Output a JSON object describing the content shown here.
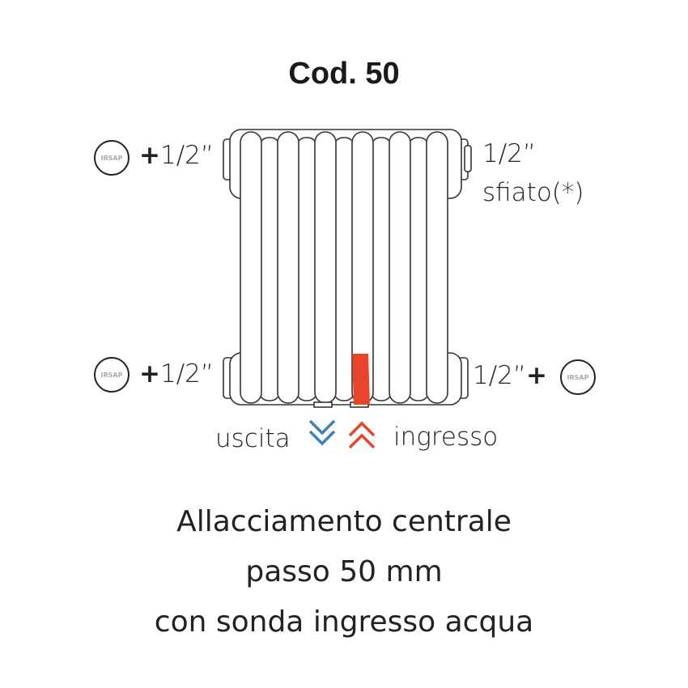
{
  "title": "Cod. 50",
  "logo_text": "IRSAP",
  "labels": {
    "top_left": "1/2”",
    "top_right_size": "1/2”",
    "top_right_note": "sfiato(*)",
    "bottom_left": "1/2”",
    "bottom_right": "1/2”",
    "plus": "+"
  },
  "flow": {
    "out": "uscita",
    "in": "ingresso"
  },
  "colors": {
    "inlet": "#e8442a",
    "outlet": "#3b82b5"
  },
  "description": [
    "Allacciamento centrale",
    "passo 50 mm",
    "con sonda ingresso acqua"
  ]
}
